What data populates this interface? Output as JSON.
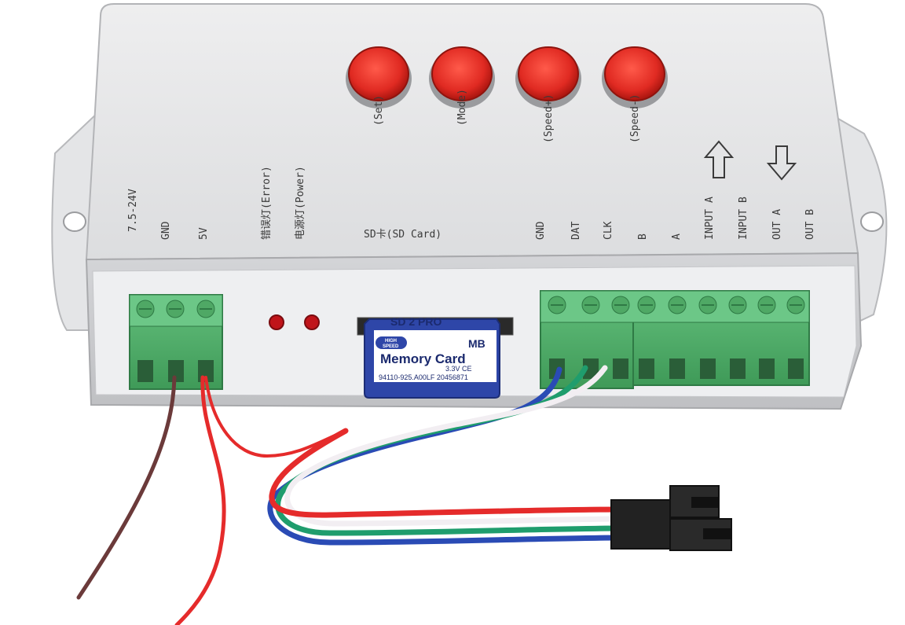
{
  "buttons": [
    {
      "label": "(Set)",
      "color": "#e02a22"
    },
    {
      "label": "(Mode)",
      "color": "#e02a22"
    },
    {
      "label": "(Speed+)",
      "color": "#e02a22"
    },
    {
      "label": "(Speed-)",
      "color": "#e02a22"
    }
  ],
  "power_terminal": {
    "labels": [
      "7.5-24V",
      "GND",
      "5V"
    ]
  },
  "indicators": {
    "error_label": "错误灯(Error)",
    "power_label": "电源灯(Power)",
    "led_color": "#c0141a"
  },
  "sd_slot": {
    "label": "SD卡(SD Card)"
  },
  "sd_card": {
    "badge_top": "HIGH",
    "badge_bottom": "SPEED",
    "size_unit": "MB",
    "title": "Memory Card",
    "spec": "3.3V  CE",
    "serial": "94110-925.A00LF 20456871"
  },
  "output_terminal": {
    "labels": [
      "GND",
      "DAT",
      "CLK",
      "B",
      "A",
      "INPUT A",
      "INPUT B",
      "OUT A",
      "OUT B"
    ]
  },
  "arrows": {
    "input_icon": "arrow-up-icon",
    "output_icon": "arrow-down-icon"
  },
  "colors": {
    "case": "#e6e7e8",
    "terminal": "#4fae6a",
    "wire_red": "#e52b2b",
    "wire_blue": "#2a4bb5",
    "wire_green": "#1f9d6d",
    "wire_white": "#f2eef2"
  }
}
